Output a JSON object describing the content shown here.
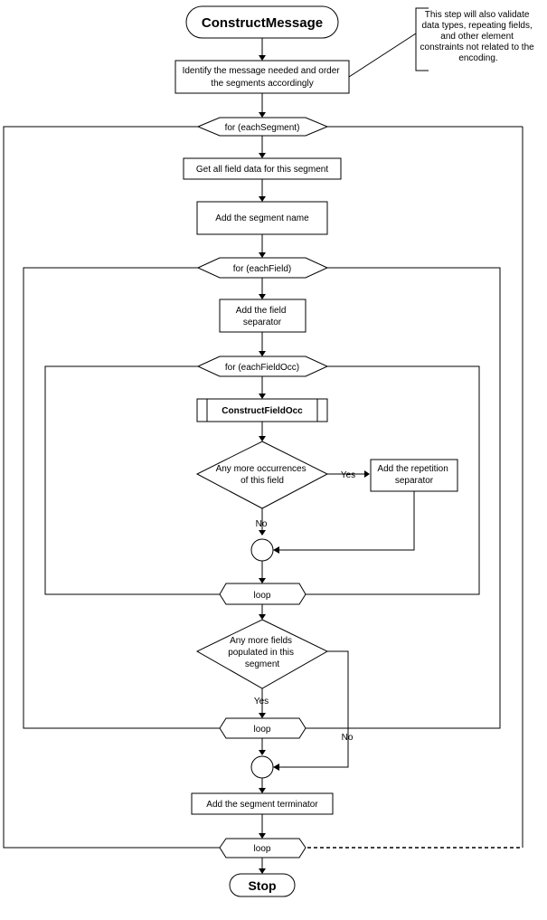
{
  "nodes": {
    "start": "ConstructMessage",
    "identify": [
      "Identify the message needed and order",
      "the segments accordingly"
    ],
    "note": [
      "This step will also validate",
      "data types, repeating fields,",
      "and other element",
      "constraints not related to the",
      "encoding."
    ],
    "for_segment": "for (eachSegment)",
    "get_field_data": "Get all field data for this segment",
    "add_segment_name": "Add the segment name",
    "for_field": "for (eachField)",
    "add_field_separator": [
      "Add the field",
      "separator"
    ],
    "for_field_occ": "for (eachFieldOcc)",
    "construct_field_occ": "ConstructFieldOcc",
    "more_occurrences": [
      "Any more occurrences",
      "of this field"
    ],
    "add_repetition_separator": [
      "Add the repetition",
      "separator"
    ],
    "loop_inner": "loop",
    "more_fields": [
      "Any more fields",
      "populated in this",
      "segment"
    ],
    "loop_field": "loop",
    "add_segment_terminator": "Add the segment terminator",
    "loop_segment": "loop",
    "stop": "Stop"
  },
  "edge_labels": {
    "yes_occurrences": "Yes",
    "no_occurrences": "No",
    "yes_fields": "Yes",
    "no_fields": "No"
  }
}
